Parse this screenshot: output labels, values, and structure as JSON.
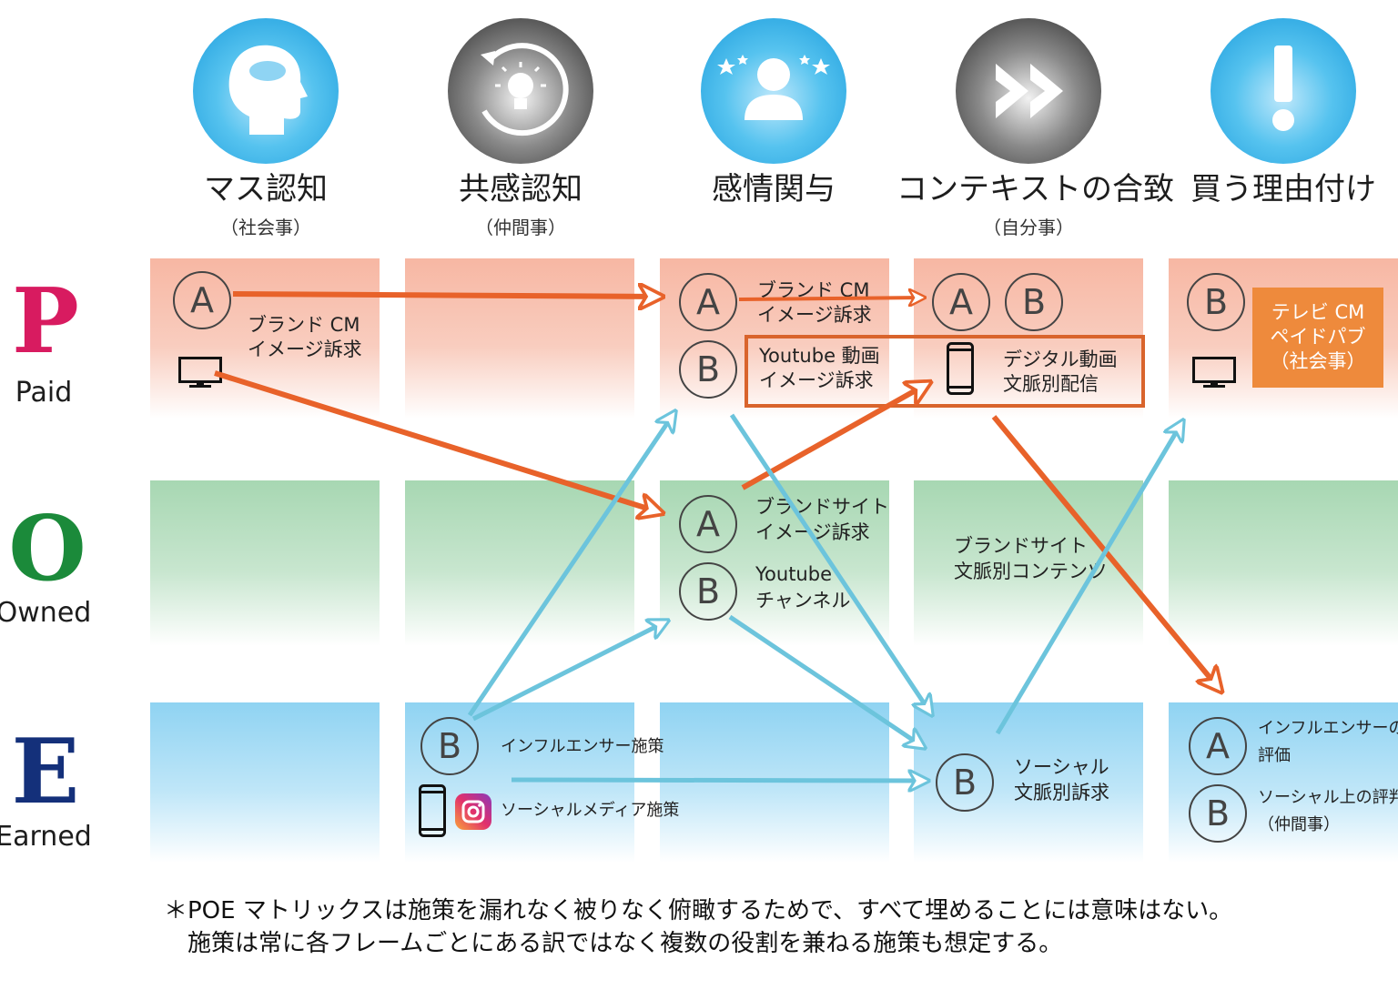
{
  "stages": [
    {
      "title": "マス認知",
      "sub": "（社会事）"
    },
    {
      "title": "共感認知",
      "sub": "（仲間事）"
    },
    {
      "title": "感情関与",
      "sub": ""
    },
    {
      "title": "コンテキストの合致",
      "sub": "（自分事）"
    },
    {
      "title": "買う理由付け",
      "sub": ""
    }
  ],
  "rows": {
    "paid": {
      "letter": "P",
      "label": "Paid",
      "color": "#d81b60"
    },
    "owned": {
      "letter": "O",
      "label": "Owned",
      "color": "#1b8a3a"
    },
    "earned": {
      "letter": "E",
      "label": "Earned",
      "color": "#14307a"
    }
  },
  "paid": {
    "c1": {
      "badge": "A",
      "text1": "ブランド CM",
      "text2": "イメージ訴求"
    },
    "c3": {
      "badgeA": "A",
      "badgeB": "B",
      "a1": "ブランド CM",
      "a2": "イメージ訴求",
      "b1": "Youtube 動画",
      "b2": "イメージ訴求"
    },
    "c4": {
      "badgeA": "A",
      "badgeB": "B",
      "t1": "デジタル動画",
      "t2": "文脈別配信"
    },
    "c5": {
      "badge": "B",
      "box1": "テレビ CM",
      "box2": "ペイドパブ",
      "box3": "（社会事）"
    }
  },
  "owned": {
    "c3": {
      "badgeA": "A",
      "badgeB": "B",
      "a1": "ブランドサイト",
      "a2": "イメージ訴求",
      "b1": "Youtube",
      "b2": "チャンネル"
    },
    "c4": {
      "t1": "ブランドサイト",
      "t2": "文脈別コンテンツ"
    }
  },
  "earned": {
    "c2": {
      "badge": "B",
      "t1": "インフルエンサー施策",
      "t2": "ソーシャルメディア施策"
    },
    "c4": {
      "badge": "B",
      "t1": "ソーシャル",
      "t2": "文脈別訴求"
    },
    "c5": {
      "badgeA": "A",
      "badgeB": "B",
      "a1": "インフルエンサーの",
      "a2": "評価",
      "b1": "ソーシャル上の評判",
      "b2": "（仲間事）"
    }
  },
  "footnote": {
    "line1": "＊POE マトリックスは施策を漏れなく被りなく俯瞰するためで、すべて埋めることには意味はない。",
    "line2": "施策は常に各フレームごとにある訳ではなく複数の役割を兼ねる施策も想定する。"
  },
  "colors": {
    "orange": "#e8622a",
    "cyan": "#6cc4dc",
    "boxOrange": "#ee8a3c"
  }
}
